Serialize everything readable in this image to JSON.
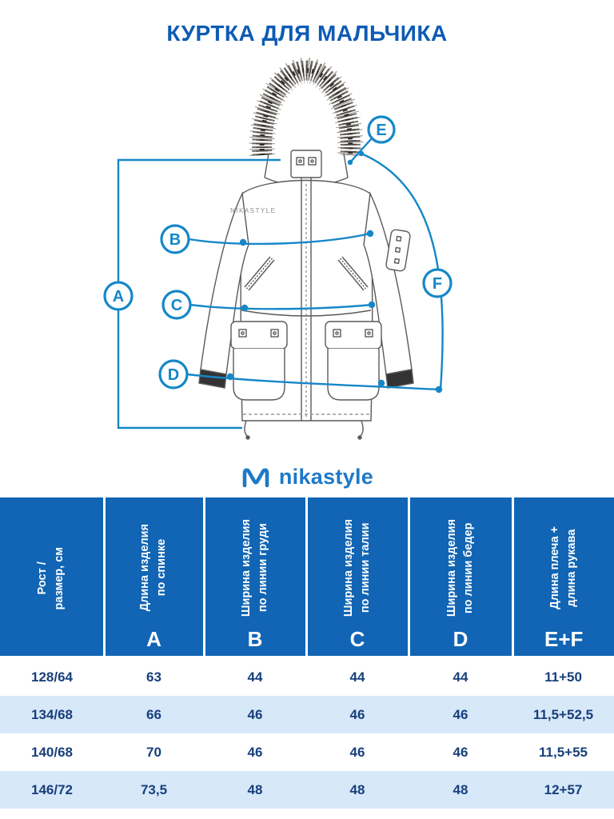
{
  "header": {
    "title": "КУРТКА ДЛЯ МАЛЬЧИКА"
  },
  "brand": {
    "name": "nikastyle",
    "icon": "nikastyle-m-logo"
  },
  "diagram": {
    "garment_text": "NIKASTYLE",
    "labels": [
      "A",
      "B",
      "C",
      "D",
      "E",
      "F"
    ]
  },
  "colors": {
    "title_blue": "#0d5bb5",
    "measure_blue": "#1587c8",
    "table_header_blue": "#1165b4",
    "row_alt_blue": "#d7e8f8",
    "row_text_navy": "#173f7c",
    "brand_blue": "#1e79c7"
  },
  "table": {
    "columns": [
      {
        "header": "Рост /\nразмер, см",
        "letter": ""
      },
      {
        "header": "Длина изделия\nпо спинке",
        "letter": "A"
      },
      {
        "header": "Ширина изделия\nпо линии груди",
        "letter": "B"
      },
      {
        "header": "Ширина изделия\nпо линии талии",
        "letter": "C"
      },
      {
        "header": "Ширина изделия\nпо линии бедер",
        "letter": "D"
      },
      {
        "header": "Длина плеча +\nдлина рукава",
        "letter": "E+F"
      }
    ],
    "rows": [
      [
        "128/64",
        "63",
        "44",
        "44",
        "44",
        "11+50"
      ],
      [
        "134/68",
        "66",
        "46",
        "46",
        "46",
        "11,5+52,5"
      ],
      [
        "140/68",
        "70",
        "46",
        "46",
        "46",
        "11,5+55"
      ],
      [
        "146/72",
        "73,5",
        "48",
        "48",
        "48",
        "12+57"
      ]
    ]
  }
}
